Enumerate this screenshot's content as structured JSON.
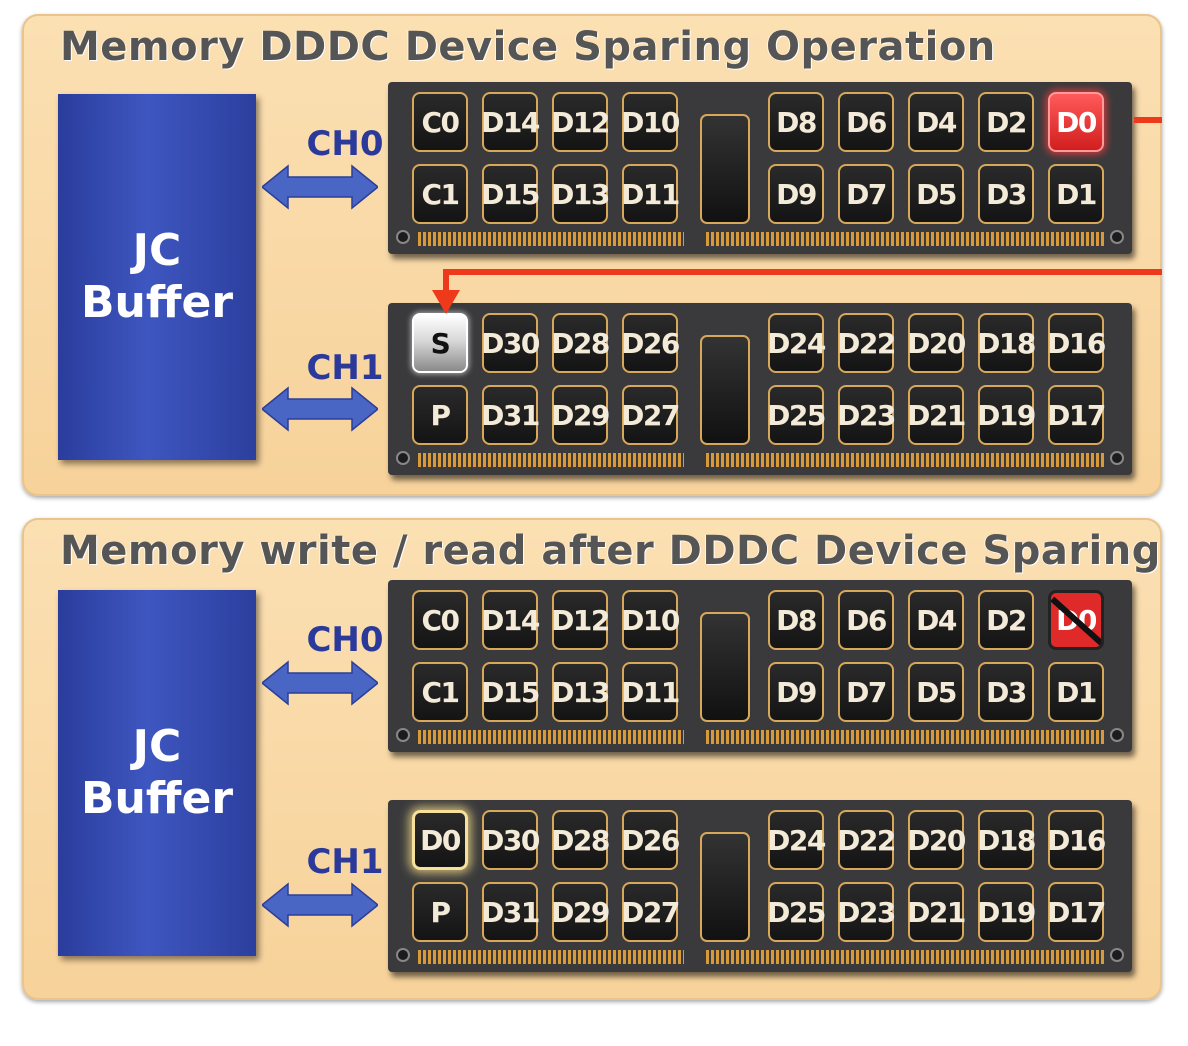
{
  "panels": [
    {
      "title": "Memory DDDC Device Sparing Operation",
      "buffer": {
        "line1": "JC",
        "line2": "Buffer"
      },
      "channels": [
        {
          "label": "CH0",
          "top_row": [
            "C0",
            "D14",
            "D12",
            "D10",
            "D8",
            "D6",
            "D4",
            "D2",
            "D0"
          ],
          "bottom_row": [
            "C1",
            "D15",
            "D13",
            "D11",
            "D9",
            "D7",
            "D5",
            "D3",
            "D1"
          ]
        },
        {
          "label": "CH1",
          "top_row": [
            "S",
            "D30",
            "D28",
            "D26",
            "D24",
            "D22",
            "D20",
            "D18",
            "D16"
          ],
          "bottom_row": [
            "P",
            "D31",
            "D29",
            "D27",
            "D25",
            "D23",
            "D21",
            "D19",
            "D17"
          ]
        }
      ]
    },
    {
      "title": "Memory write / read after DDDC Device Sparing",
      "buffer": {
        "line1": "JC",
        "line2": "Buffer"
      },
      "channels": [
        {
          "label": "CH0",
          "top_row": [
            "C0",
            "D14",
            "D12",
            "D10",
            "D8",
            "D6",
            "D4",
            "D2",
            "D0"
          ],
          "bottom_row": [
            "C1",
            "D15",
            "D13",
            "D11",
            "D9",
            "D7",
            "D5",
            "D3",
            "D1"
          ]
        },
        {
          "label": "CH1",
          "top_row": [
            "D0",
            "D30",
            "D28",
            "D26",
            "D24",
            "D22",
            "D20",
            "D18",
            "D16"
          ],
          "bottom_row": [
            "P",
            "D31",
            "D29",
            "D27",
            "D25",
            "D23",
            "D21",
            "D19",
            "D17"
          ]
        }
      ]
    }
  ],
  "colors": {
    "failed_device": "#d21e1e",
    "spare_path": "#ee3a1a",
    "buffer": "#3148b0",
    "channel_label": "#2b3a9a"
  },
  "icons": {
    "failed_marker": "no-entry-slash-icon",
    "link": "double-arrow-icon"
  }
}
